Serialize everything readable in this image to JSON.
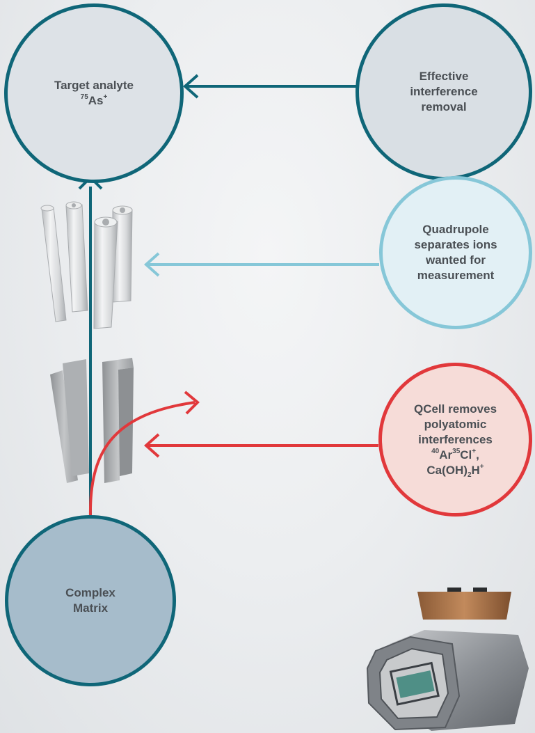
{
  "colors": {
    "dark_teal": "#0f6678",
    "light_blue": "#86c7d8",
    "red": "#e1383b",
    "text": "#4a4f54"
  },
  "target": {
    "line1": "Target analyte",
    "mass": "75",
    "element": "As",
    "charge": "+"
  },
  "effective": {
    "line1": "Effective",
    "line2": "interference",
    "line3": "removal"
  },
  "quadrupole": {
    "line1": "Quadrupole",
    "line2": "separates ions",
    "line3": "wanted for",
    "line4": "measurement"
  },
  "qcell": {
    "line1": "QCell removes",
    "line2": "polyatomic",
    "line3": "interferences",
    "ar_mass": "40",
    "ar_el": "Ar",
    "cl_mass": "35",
    "cl_el": "Cl",
    "charge1": "+",
    "comma": ",",
    "ca_part": "Ca(OH)",
    "sub2": "2",
    "h_part": "H",
    "charge2": "+"
  },
  "matrix": {
    "line1": "Complex",
    "line2": "Matrix"
  }
}
